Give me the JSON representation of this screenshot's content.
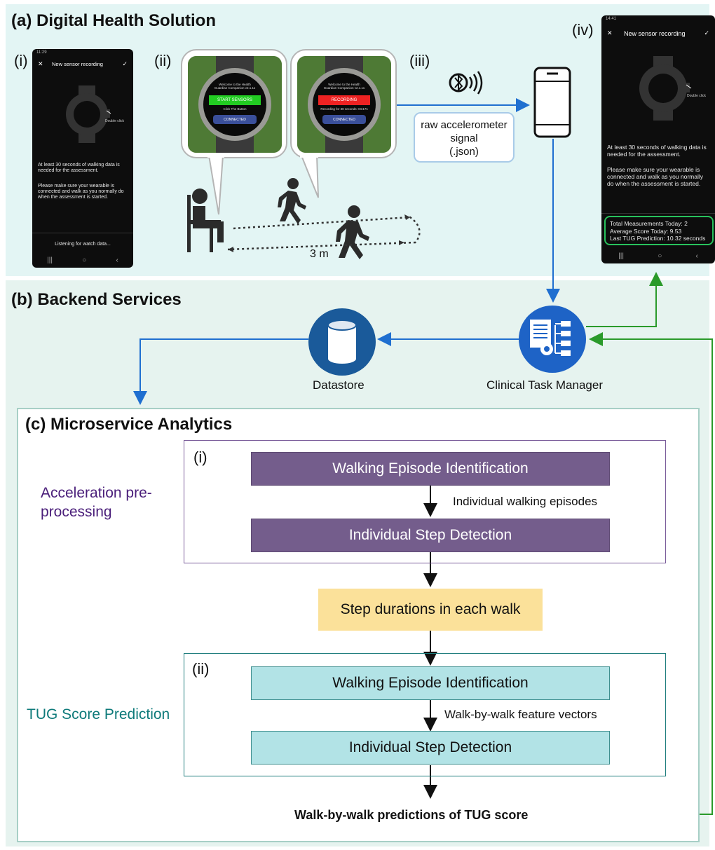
{
  "panels": {
    "a_title": "(a) Digital Health Solution",
    "b_title": "(b) Backend Services",
    "c_title": "(c) Microservice Analytics"
  },
  "markers": {
    "i": "(i)",
    "ii": "(ii)",
    "iii": "(iii)",
    "iv": "(iv)",
    "c_i": "(i)",
    "c_ii": "(ii)"
  },
  "phone_left": {
    "status": "11:29",
    "title": "New sensor recording",
    "double_click": "Double click",
    "text1": "At least 30 seconds of walking data is needed for the assessment.",
    "text2": "Please make sure your wearable is connected and walk as you normally do when the assessment is started.",
    "listening": "Listening for watch data..."
  },
  "watch1": {
    "welcome": "Welcome to the Health Guardian Companion v2.1.11",
    "button": "START SENSORS",
    "hint": "Click The Button",
    "status": "CONNECTED"
  },
  "watch2": {
    "welcome": "Welcome to the Health Guardian Companion v2.1.11",
    "button": "RECORDING",
    "hint": "Recording for 30 seconds: 0m17s",
    "status": "CONNECTED"
  },
  "distance_label": "3 m",
  "raw_signal": {
    "line1": "raw accelerometer",
    "line2": "signal",
    "line3": "(.json)"
  },
  "phone_right": {
    "status": "14:41",
    "title": "New sensor recording",
    "double_click": "Double click",
    "text1": "At least 30 seconds of walking data is needed for the assessment.",
    "text2": "Please make sure your wearable is connected and walk as you normally do when the assessment is started.",
    "stat1": "Total Measurements Today: 2",
    "stat2": "Average Score Today: 9.53",
    "stat3": "Last TUG Prediction: 10.32 seconds"
  },
  "backend": {
    "datastore": "Datastore",
    "task_manager": "Clinical Task Manager"
  },
  "analytics": {
    "preproc_label": "Acceleration pre-processing",
    "box1": "Walking Episode Identification",
    "arrow1": "Individual walking episodes",
    "box2": "Individual Step Detection",
    "middle": "Step durations in each walk",
    "tug_label": "TUG Score Prediction",
    "box3": "Walking Episode Identification",
    "arrow2": "Walk-by-walk feature vectors",
    "box4": "Individual Step Detection",
    "output": "Walk-by-walk predictions of TUG score"
  },
  "colors": {
    "panel_a_bg": "#e3f5f4",
    "panel_b_bg": "#e6f3ef",
    "purple_box": "#745d8c",
    "teal_box": "#b2e3e6",
    "yellow_box": "#fbe19a",
    "blue_arrow": "#1f6fd0",
    "green_arrow": "#2a9a2a",
    "preproc_text": "#4a1e7a",
    "tug_text": "#0e7a7a"
  }
}
